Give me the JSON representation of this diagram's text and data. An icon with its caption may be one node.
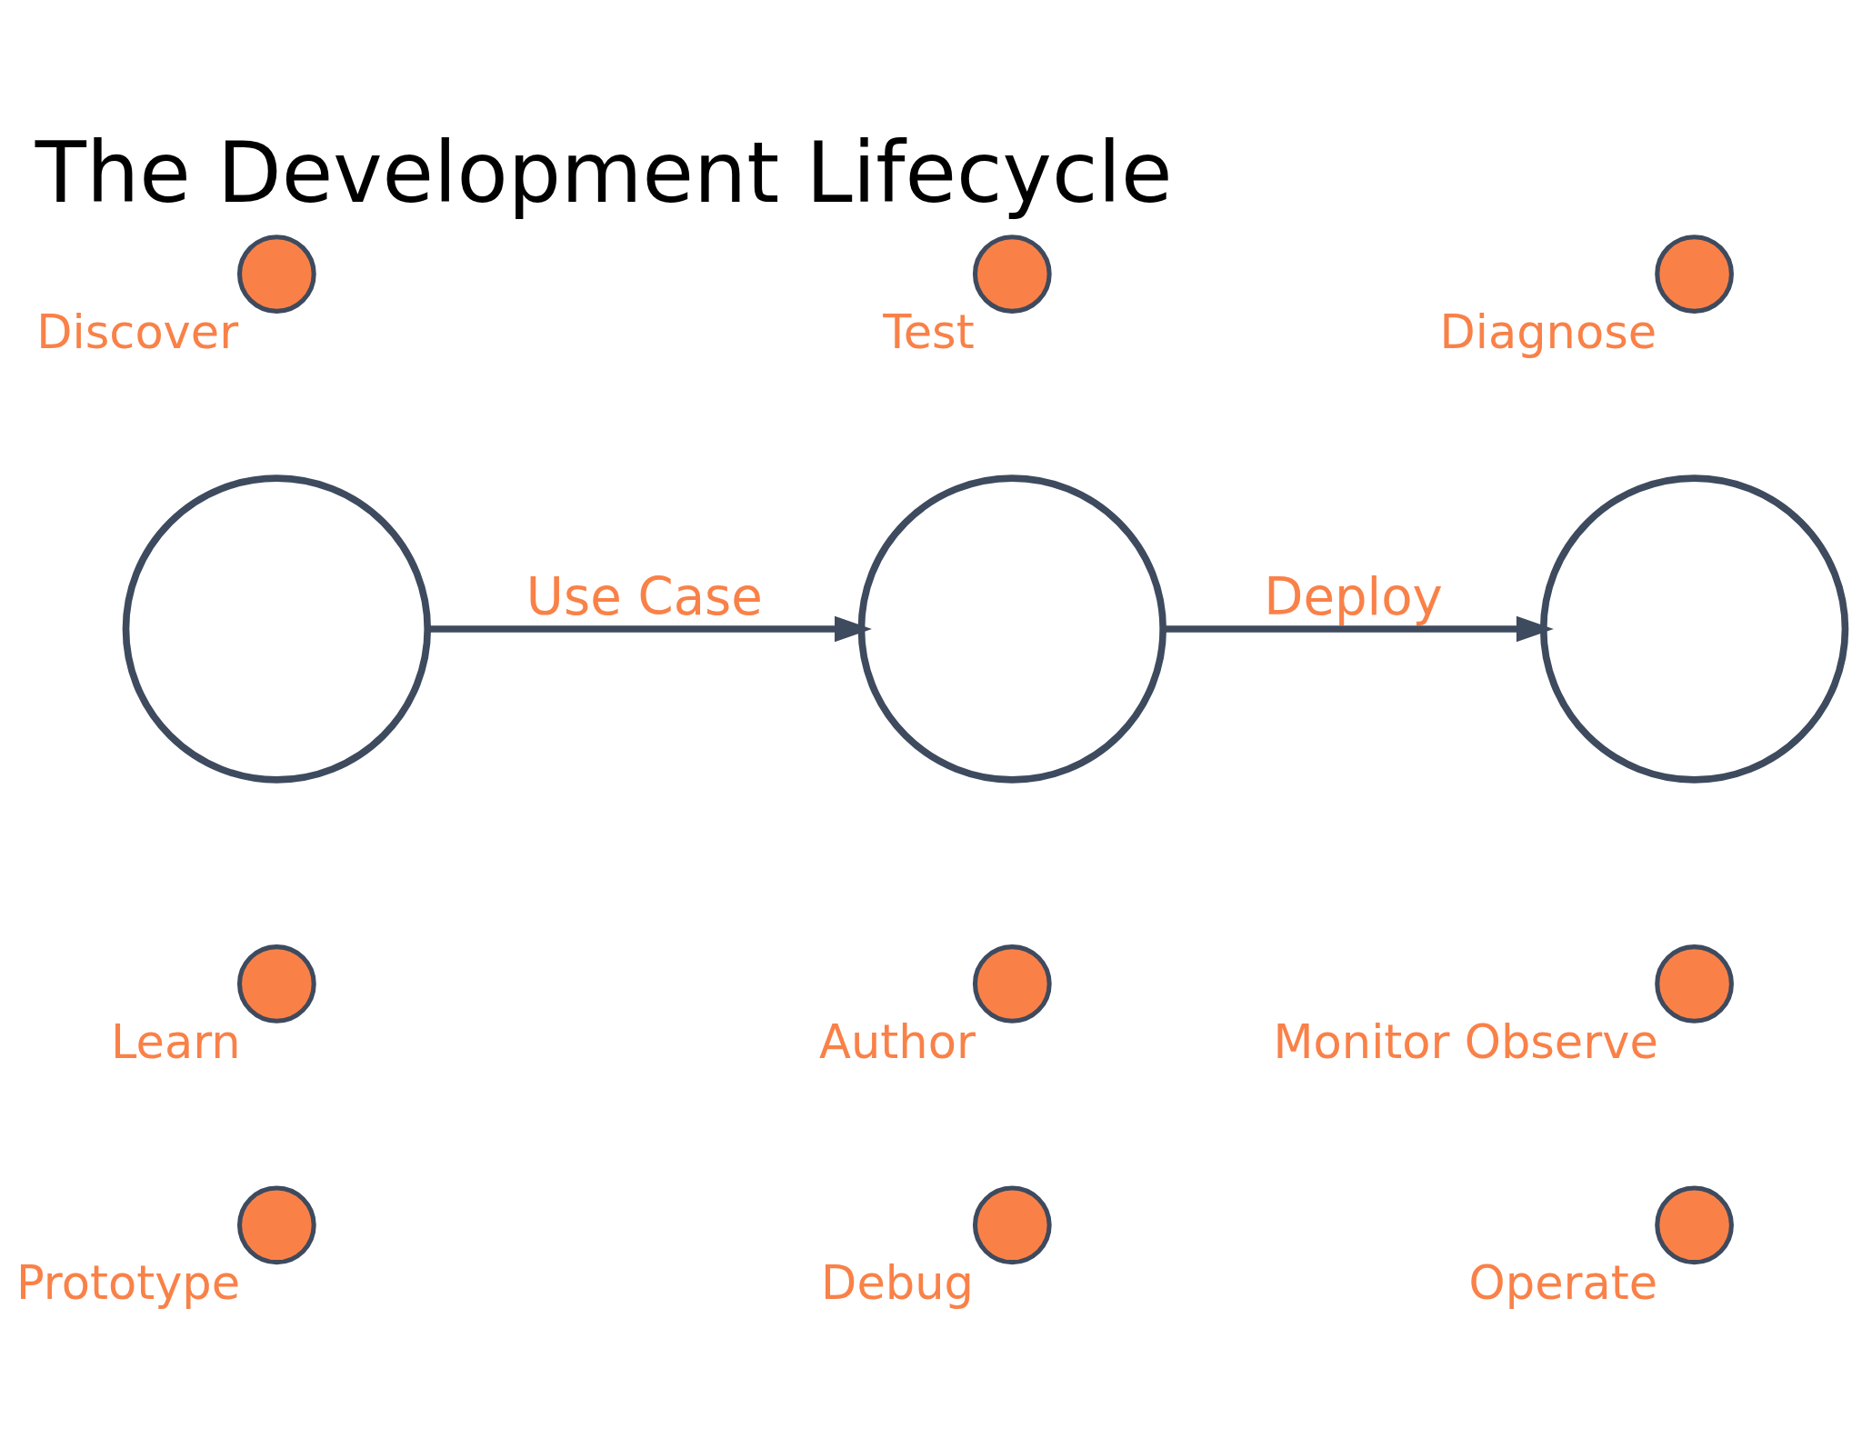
{
  "diagram": {
    "title": "The Development Lifecycle",
    "nodes": [
      {
        "text": [],
        "shape": "circle"
      },
      {
        "text": [
          "Discover"
        ]
      },
      {
        "text": [
          "Learn"
        ]
      },
      {
        "text": [
          "Prototype"
        ]
      },
      {
        "text": [],
        "shape": "circle"
      },
      {
        "text": [
          "Test"
        ]
      },
      {
        "text": [
          "Author"
        ]
      },
      {
        "text": [
          "Debug"
        ]
      },
      {
        "text": [],
        "shape": "circle"
      },
      {
        "text": [
          "Diagnose"
        ]
      },
      {
        "text": [
          "Monitor Observe"
        ]
      },
      {
        "text": [
          "Operate"
        ]
      }
    ],
    "edges": [
      {
        "from": 0,
        "to": 4,
        "arrow": "to",
        "label": "Use Case"
      },
      {
        "from": 4,
        "to": 8,
        "arrow": "to",
        "label": "Deploy"
      }
    ]
  }
}
